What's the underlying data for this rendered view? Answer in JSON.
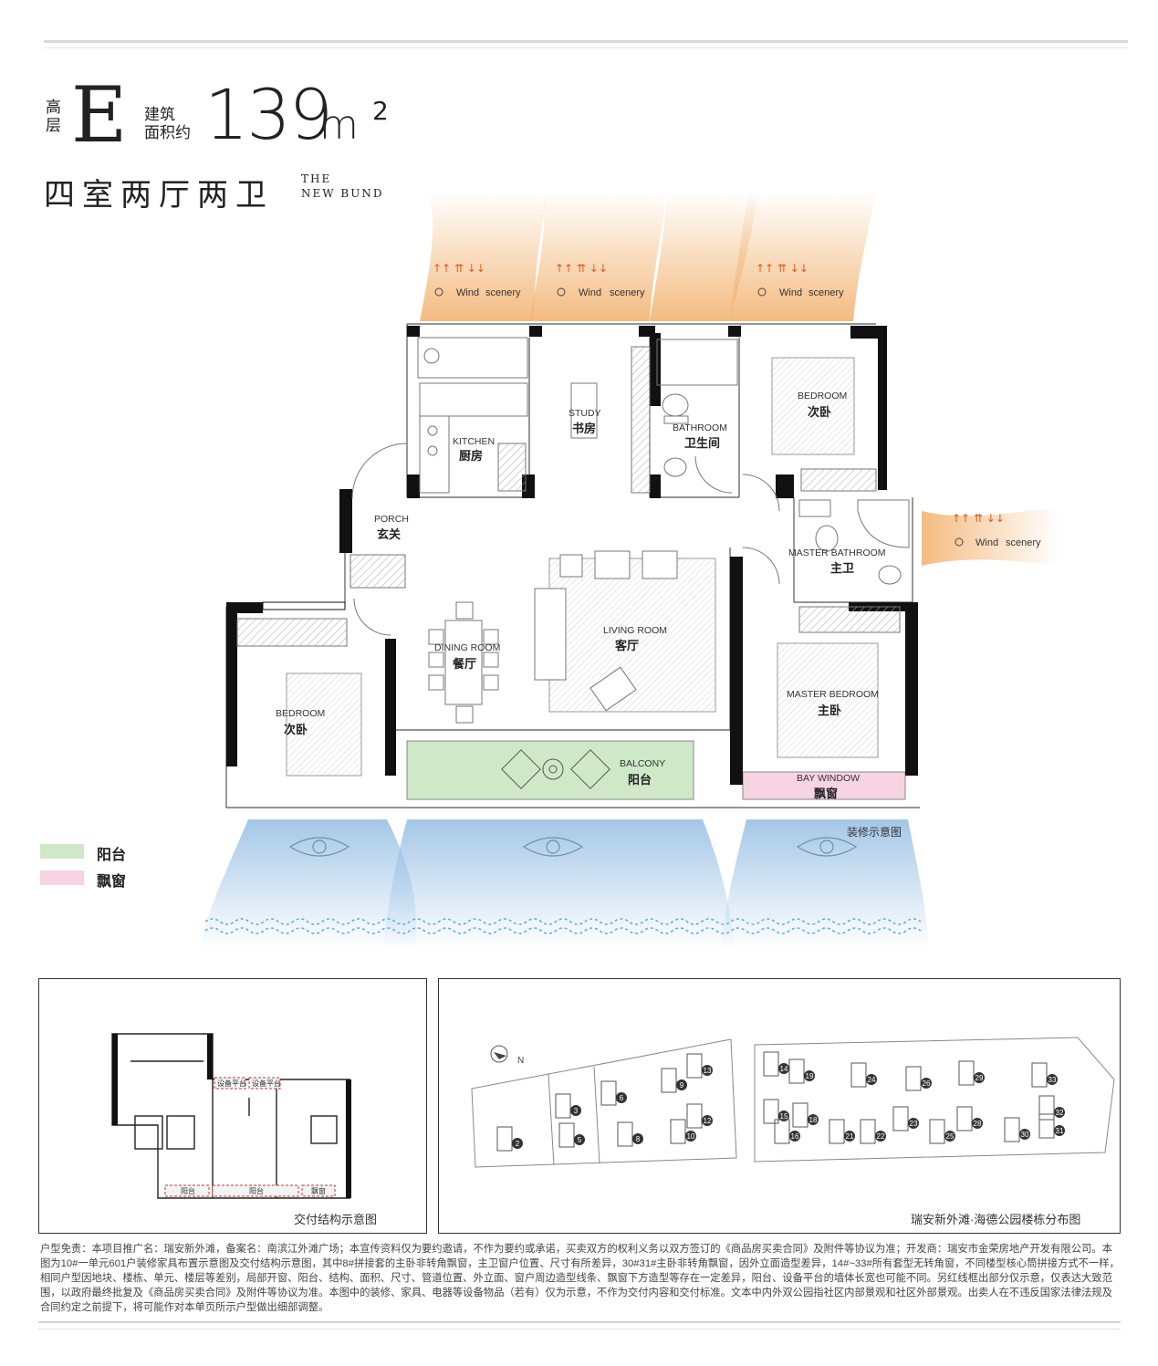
{
  "header": {
    "floor_type_line1": "高",
    "floor_type_line2": "层",
    "unit_letter": "E",
    "area_label_line1": "建筑",
    "area_label_line2": "面积约",
    "area_value": "139",
    "area_unit": "m",
    "area_sup": "2",
    "layout": "四室两厅两卫",
    "brand_line1": "THE",
    "brand_line2": "NEW BUND"
  },
  "wind": {
    "word_wind": "Wind",
    "word_scenery": "scenery"
  },
  "rooms": {
    "kitchen_en": "KITCHEN",
    "kitchen_cn": "厨房",
    "study_en": "STUDY",
    "study_cn": "书房",
    "bathroom_en": "BATHROOM",
    "bathroom_cn": "卫生间",
    "bedroom_ne_en": "BEDROOM",
    "bedroom_ne_cn": "次卧",
    "porch_en": "PORCH",
    "porch_cn": "玄关",
    "master_bath_en": "MASTER BATHROOM",
    "master_bath_cn": "主卫",
    "dining_en": "DINING ROOM",
    "dining_cn": "餐厅",
    "living_en": "LIVING ROOM",
    "living_cn": "客厅",
    "bedroom_w_en": "BEDROOM",
    "bedroom_w_cn": "次卧",
    "master_bed_en": "MASTER BEDROOM",
    "master_bed_cn": "主卧",
    "balcony_en": "BALCONY",
    "balcony_cn": "阳台",
    "bay_en": "BAY WINDOW",
    "bay_cn": "飘窗"
  },
  "plan_caption": "装修示意图",
  "legend": [
    {
      "label": "阳台",
      "color": "#cfe8c8"
    },
    {
      "label": "飘窗",
      "color": "#f8d3e3"
    }
  ],
  "structure_panel": {
    "caption": "交付结构示意图",
    "labels": [
      "设备平台",
      "设备平台",
      "阳台",
      "阳台",
      "飘窗"
    ]
  },
  "site_panel": {
    "caption": "瑞安新外滩·海德公园楼栋分布图",
    "compass": "N",
    "buildings": [
      "2",
      "3",
      "5",
      "6",
      "8",
      "9",
      "10",
      "12",
      "13",
      "14",
      "15",
      "16",
      "18",
      "19",
      "21",
      "22",
      "23",
      "24",
      "25",
      "26",
      "28",
      "29",
      "30",
      "31",
      "32",
      "33"
    ]
  },
  "disclaimer": "户型免责：本项目推广名：瑞安新外滩，备案名：南滨江外滩广场；本宣传资料仅为要约邀请，不作为要约或承诺，买卖双方的权利义务以双方签订的《商品房买卖合同》及附件等协议为准；开发商：瑞安市金荣房地产开发有限公司。本图为10#一单元601户装修家具布置示意图及交付结构示意图，其中8#拼接套的主卧非转角飘窗，主卫窗户位置、尺寸有所差异，30#31#主卧非转角飘窗，因外立面造型差异，14#~33#所有套型无转角窗，不同楼型核心筒拼接方式不一样，相同户型因地块、楼栋、单元、楼层等差别，局部开窗、阳台、结构、面积、尺寸、管道位置、外立面、窗户周边造型线条、飘窗下方造型等存在一定差异，阳台、设备平台的墙体长宽也可能不同。另红线框出部分仅示意，仅表达大致范围，以政府最终批复及《商品房买卖合同》及附件等协议为准。本图中的装修、家具、电器等设备物品（若有）仅为示意，不作为交付内容和交付标准。文本中内外双公园指社区内部景观和社区外部景观。出卖人在不违反国家法律法规及合同约定之前提下，将可能作对本单页所示户型做出细部调整。"
}
